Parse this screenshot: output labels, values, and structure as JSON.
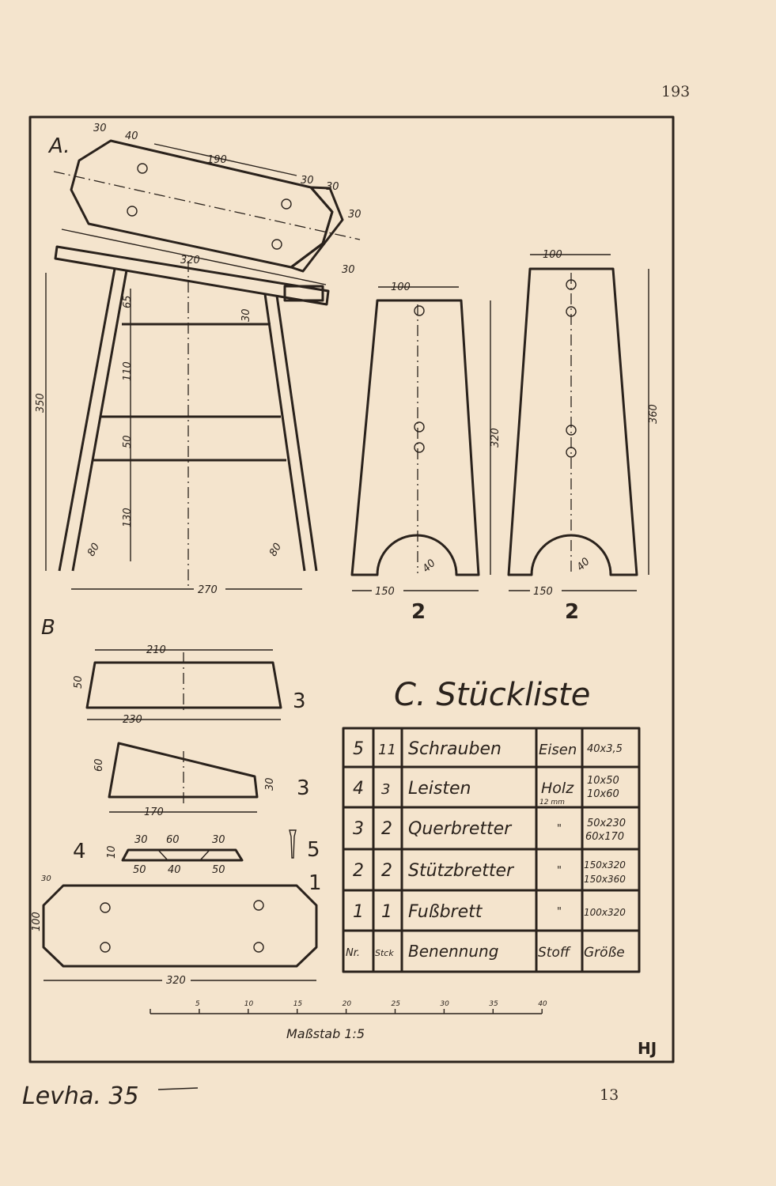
{
  "page_number_top": "193",
  "page_number_bottom": "13",
  "plate_label": "Levha. 35",
  "section_a": "A.",
  "section_b": "B",
  "section_c_title": "C. Stückliste",
  "part_numbers": {
    "support_left": "2",
    "support_right": "2",
    "crossboard_top": "3",
    "crossboard_bottom": "3",
    "strip": "4",
    "screw": "5",
    "footboard": "1"
  },
  "dimensions_a": {
    "d30": "30",
    "d40": "40",
    "d190": "190",
    "d30b": "30",
    "d30c": "30",
    "d30d": "30",
    "d30e": "30",
    "d320": "320",
    "d350": "350",
    "d65": "65",
    "d30f": "30",
    "d110": "110",
    "d50": "50",
    "d130": "130",
    "d80l": "80",
    "d80r": "80",
    "d270": "270"
  },
  "dimensions_supports": {
    "top1": "100",
    "height1": "320",
    "r1": "40",
    "bottom1": "150",
    "top2": "100",
    "height2": "360",
    "r2": "40",
    "bottom2": "150"
  },
  "dimensions_b": {
    "w210": "210",
    "h50": "50",
    "w230": "230",
    "h60": "60",
    "h30": "30",
    "w170": "170",
    "s30a": "30",
    "s60": "60",
    "s30b": "30",
    "s10": "10",
    "s50": "50",
    "s40": "40",
    "s50b": "50",
    "f30": "30",
    "f100": "100",
    "f320": "320"
  },
  "parts_list": {
    "rows": [
      {
        "nr": "5",
        "qty": "11",
        "name": "Schrauben",
        "material": "Eisen",
        "size": [
          "40x3,5"
        ]
      },
      {
        "nr": "4",
        "qty": "3",
        "name": "Leisten",
        "material": "Holz",
        "material_note": "12 mm",
        "size": [
          "10x50",
          "10x60"
        ]
      },
      {
        "nr": "3",
        "qty": "2",
        "name": "Querbretter",
        "material": "\"",
        "size": [
          "50x230",
          "60x170"
        ]
      },
      {
        "nr": "2",
        "qty": "2",
        "name": "Stützbretter",
        "material": "\"",
        "size": [
          "150x320",
          "150x360"
        ]
      },
      {
        "nr": "1",
        "qty": "1",
        "name": "Fußbrett",
        "material": "\"",
        "size": [
          "100x320"
        ]
      }
    ],
    "header": {
      "nr": "Nr.",
      "qty": "Stck",
      "name": "Benennung",
      "material": "Stoff",
      "size": "Größe"
    }
  },
  "scale": {
    "ticks": [
      "5",
      "10",
      "15",
      "20",
      "25",
      "30",
      "35",
      "40"
    ],
    "label": "Maßstab 1:5"
  },
  "monogram": "HJ"
}
